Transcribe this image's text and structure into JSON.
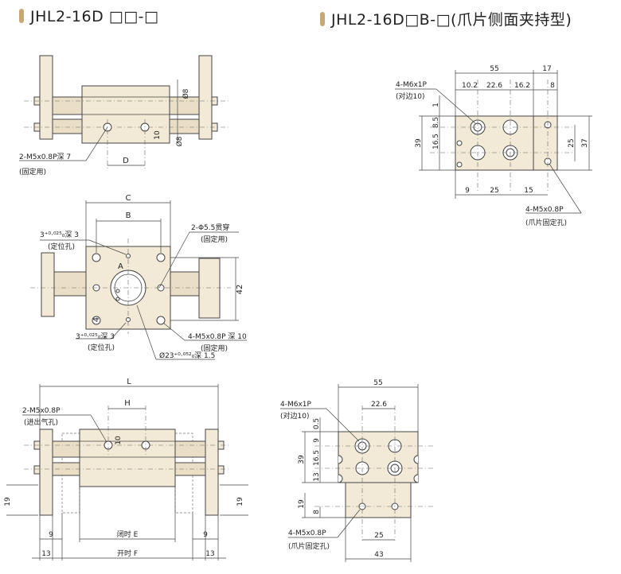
{
  "titles": {
    "left": "JHL2-16D □□-□",
    "right": "JHL2-16D□B-□(爪片侧面夹持型)"
  },
  "view1": {
    "dia_top": "Ø8",
    "dia_bottom": "Ø8",
    "dim_10": "10",
    "dim_D": "D",
    "port_label": "2-M5x0.8P深 7",
    "port_note": "(固定用)"
  },
  "view2": {
    "dim_C": "C",
    "dim_B": "B",
    "dim_42": "42",
    "dim_4": "4",
    "label_A": "A",
    "pin_top": "3⁺⁰·⁰²⁵₀深 3",
    "pin_top_note": "(定位孔)",
    "pin_bottom": "3⁺⁰·⁰²⁵₀深 3",
    "pin_bottom_note": "(定位孔)",
    "thru_label": "2-Φ5.5贯穿",
    "thru_note": "(固定用)",
    "screw_label": "4-M5x0.8P 深 10",
    "screw_note": "(固定用)",
    "bore_label": "Ø23⁺⁰·⁰⁵²₀深 1.5"
  },
  "view3": {
    "dim_L": "L",
    "dim_H": "H",
    "dim_10": "10",
    "port_label": "2-M5x0.8P",
    "port_note": "(进出气孔)",
    "dim_19_left": "19",
    "dim_19_right": "19",
    "dim_9_left": "9",
    "dim_9_right": "9",
    "dim_13_left": "13",
    "dim_13_right": "13",
    "close_E": "闭时 E",
    "open_F": "开时 F"
  },
  "view4": {
    "dim_55": "55",
    "dim_17": "17",
    "dim_10_2": "10.2",
    "dim_22_6": "22.6",
    "dim_16_2": "16.2",
    "dim_8": "8",
    "dim_1": "1",
    "dim_8_5": "8.5",
    "dim_16_5": "16.5",
    "dim_39": "39",
    "dim_25_r": "25",
    "dim_37": "37",
    "dim_9": "9",
    "dim_25_b": "25",
    "dim_15": "15",
    "m6_label": "4-M6x1P",
    "m6_note": "(对边10)",
    "m5_label": "4-M5x0.8P",
    "m5_note": "(爪片固定孔)"
  },
  "view5": {
    "dim_55": "55",
    "dim_22_6": "22.6",
    "dim_0_5": "0.5",
    "dim_9": "9",
    "dim_16_5": "16.5",
    "dim_13": "13",
    "dim_39": "39",
    "dim_19": "19",
    "dim_8": "8",
    "dim_25": "25",
    "dim_43": "43",
    "m6_label": "4-M6x1P",
    "m6_note": "(对边10)",
    "m5_label": "4-M5x0.8P",
    "m5_note": "(爪片固定孔)"
  }
}
